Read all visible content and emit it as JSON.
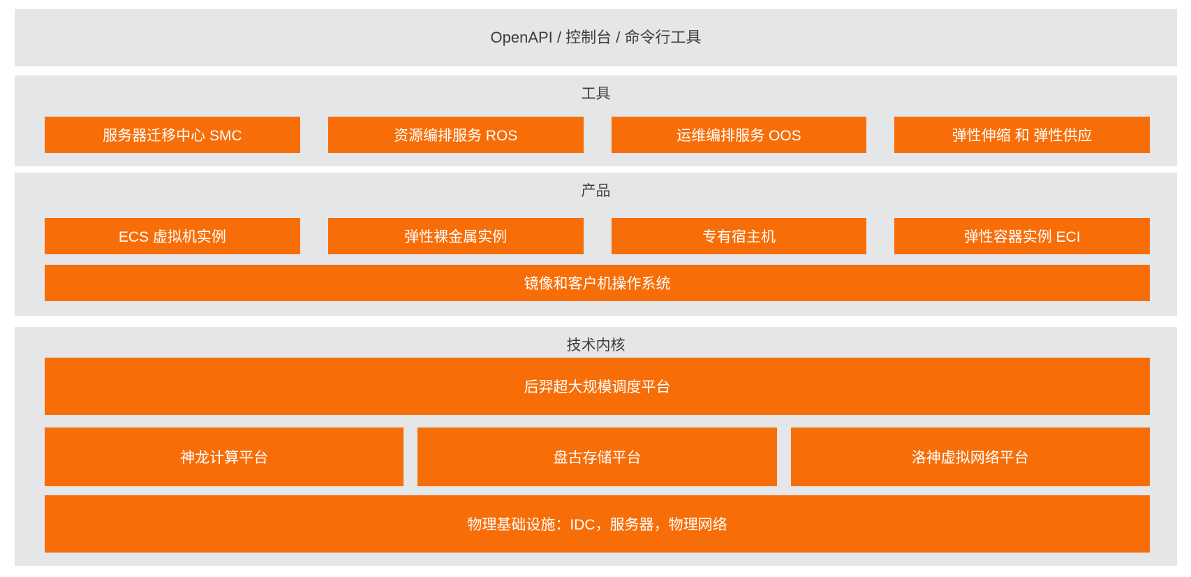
{
  "top_bar": {
    "label": "OpenAPI / 控制台 / 命令行工具"
  },
  "tools_section": {
    "title": "工具",
    "boxes": [
      "服务器迁移中心 SMC",
      "资源编排服务 ROS",
      "运维编排服务 OOS",
      "弹性伸缩 和 弹性供应"
    ]
  },
  "products_section": {
    "title": "产品",
    "boxes": [
      "ECS 虚拟机实例",
      "弹性裸金属实例",
      "专有宿主机",
      "弹性容器实例 ECI"
    ],
    "full_width_box": "镜像和客户机操作系统"
  },
  "core_section": {
    "title": "技术内核",
    "scheduling_box": "后羿超大规模调度平台",
    "platform_boxes": [
      "神龙计算平台",
      "盘古存储平台",
      "洛神虚拟网络平台"
    ],
    "infrastructure_box": "物理基础设施：IDC，服务器，物理网络"
  },
  "colors": {
    "box_orange": "#F76E09",
    "section_gray": "#E5E6E8",
    "title_text": "#3D3D3D",
    "box_text": "#FFFFFF"
  }
}
